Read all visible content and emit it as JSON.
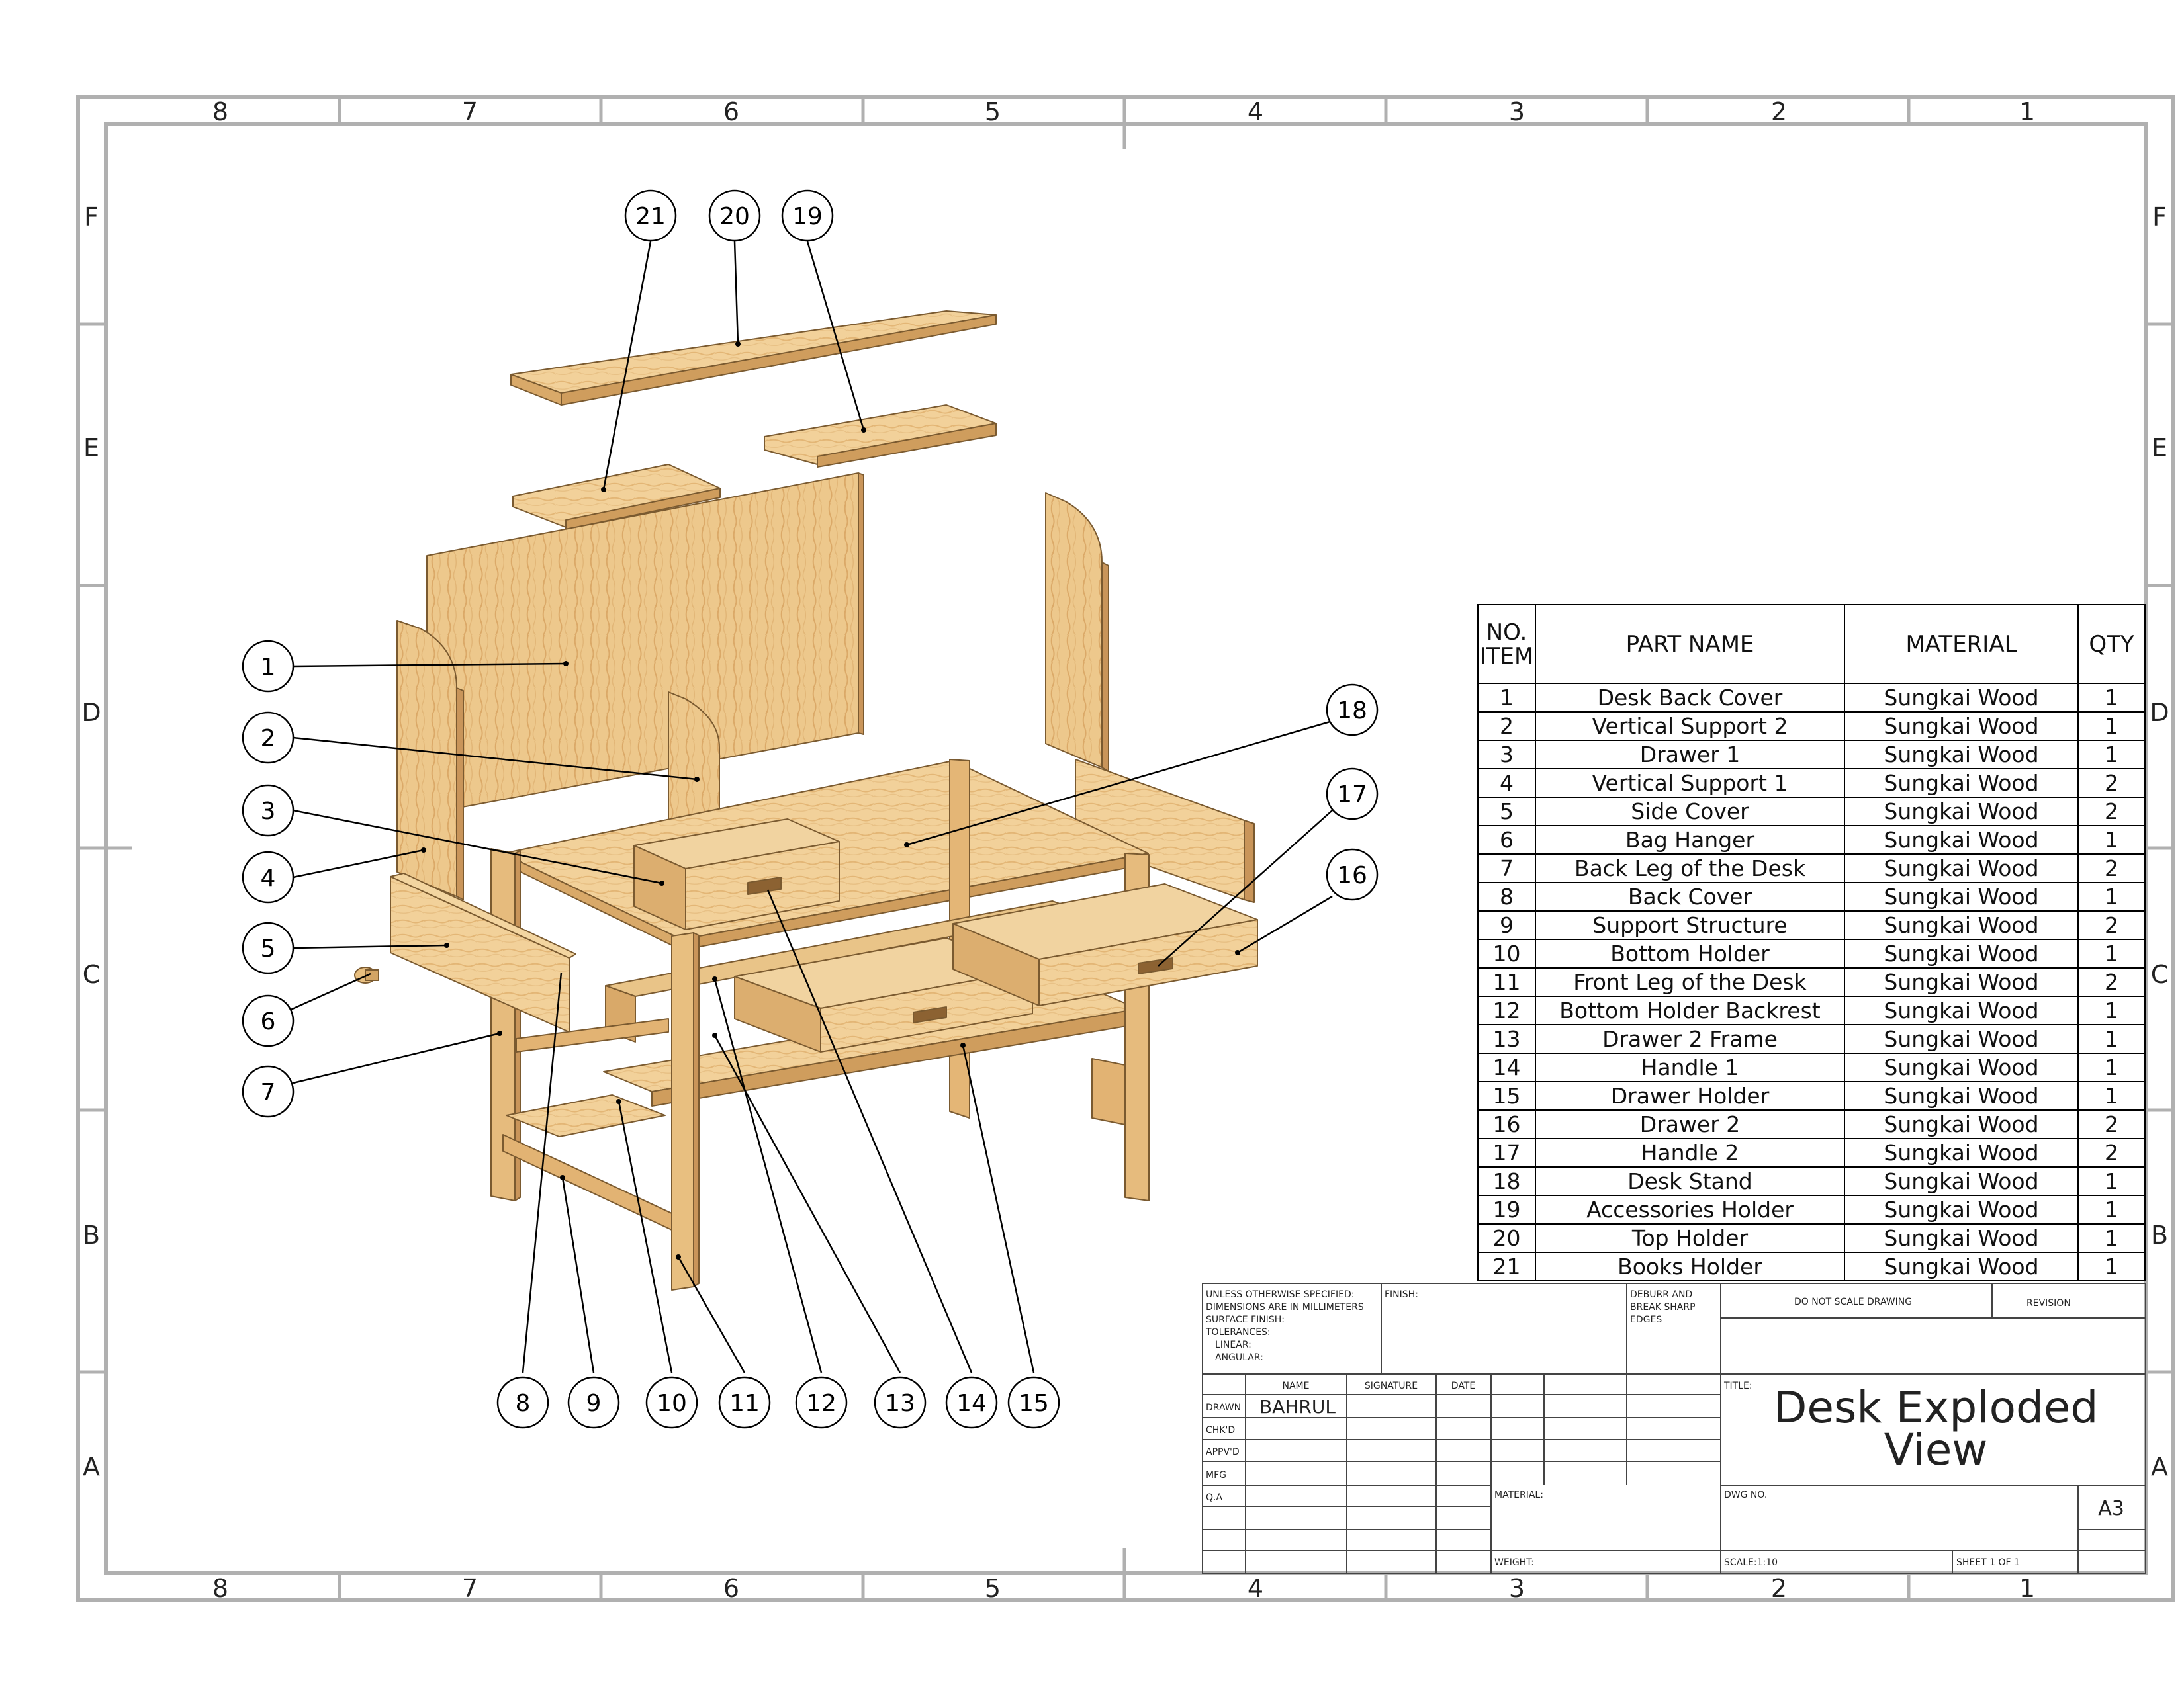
{
  "drawing": {
    "zone_columns": [
      "8",
      "7",
      "6",
      "5",
      "4",
      "3",
      "2",
      "1"
    ],
    "zone_rows": [
      "F",
      "E",
      "D",
      "C",
      "B",
      "A"
    ]
  },
  "balloons": [
    "1",
    "2",
    "3",
    "4",
    "5",
    "6",
    "7",
    "8",
    "9",
    "10",
    "11",
    "12",
    "13",
    "14",
    "15",
    "16",
    "17",
    "18",
    "19",
    "20",
    "21"
  ],
  "bom": {
    "headers": {
      "item_line1": "NO.",
      "item_line2": "ITEM",
      "part_name": "PART NAME",
      "material": "MATERIAL",
      "qty": "QTY"
    },
    "rows": [
      {
        "no": "1",
        "name": "Desk Back Cover",
        "material": "Sungkai Wood",
        "qty": "1"
      },
      {
        "no": "2",
        "name": "Vertical Support 2",
        "material": "Sungkai Wood",
        "qty": "1"
      },
      {
        "no": "3",
        "name": "Drawer 1",
        "material": "Sungkai Wood",
        "qty": "1"
      },
      {
        "no": "4",
        "name": "Vertical Support 1",
        "material": "Sungkai Wood",
        "qty": "2"
      },
      {
        "no": "5",
        "name": "Side Cover",
        "material": "Sungkai Wood",
        "qty": "2"
      },
      {
        "no": "6",
        "name": "Bag Hanger",
        "material": "Sungkai Wood",
        "qty": "1"
      },
      {
        "no": "7",
        "name": "Back Leg of the Desk",
        "material": "Sungkai Wood",
        "qty": "2"
      },
      {
        "no": "8",
        "name": "Back Cover",
        "material": "Sungkai Wood",
        "qty": "1"
      },
      {
        "no": "9",
        "name": "Support Structure",
        "material": "Sungkai Wood",
        "qty": "2"
      },
      {
        "no": "10",
        "name": "Bottom Holder",
        "material": "Sungkai Wood",
        "qty": "1"
      },
      {
        "no": "11",
        "name": "Front Leg of the Desk",
        "material": "Sungkai Wood",
        "qty": "2"
      },
      {
        "no": "12",
        "name": "Bottom Holder Backrest",
        "material": "Sungkai Wood",
        "qty": "1"
      },
      {
        "no": "13",
        "name": "Drawer 2 Frame",
        "material": "Sungkai Wood",
        "qty": "1"
      },
      {
        "no": "14",
        "name": "Handle 1",
        "material": "Sungkai Wood",
        "qty": "1"
      },
      {
        "no": "15",
        "name": "Drawer Holder",
        "material": "Sungkai Wood",
        "qty": "1"
      },
      {
        "no": "16",
        "name": "Drawer 2",
        "material": "Sungkai Wood",
        "qty": "2"
      },
      {
        "no": "17",
        "name": "Handle 2",
        "material": "Sungkai Wood",
        "qty": "2"
      },
      {
        "no": "18",
        "name": "Desk Stand",
        "material": "Sungkai Wood",
        "qty": "1"
      },
      {
        "no": "19",
        "name": "Accessories Holder",
        "material": "Sungkai Wood",
        "qty": "1"
      },
      {
        "no": "20",
        "name": "Top Holder",
        "material": "Sungkai Wood",
        "qty": "1"
      },
      {
        "no": "21",
        "name": "Books Holder",
        "material": "Sungkai Wood",
        "qty": "1"
      }
    ]
  },
  "title_block": {
    "notes": [
      "UNLESS OTHERWISE SPECIFIED:",
      "DIMENSIONS ARE IN MILLIMETERS",
      "SURFACE FINISH:",
      "TOLERANCES:",
      "LINEAR:",
      "ANGULAR:"
    ],
    "finish_label": "FINISH:",
    "deburr": [
      "DEBURR AND",
      "BREAK SHARP",
      "EDGES"
    ],
    "do_not_scale": "DO NOT SCALE DRAWING",
    "revision_label": "REVISION",
    "col_name": "NAME",
    "col_signature": "SIGNATURE",
    "col_date": "DATE",
    "rows": [
      "DRAWN",
      "CHK'D",
      "APPV'D",
      "MFG",
      "Q.A"
    ],
    "drawn_by": "BAHRUL",
    "title_label": "TITLE:",
    "title_line1": "Desk Exploded",
    "title_line2": "View",
    "material_label": "MATERIAL:",
    "dwg_no_label": "DWG NO.",
    "size": "A3",
    "weight_label": "WEIGHT:",
    "scale": "SCALE:1:10",
    "sheet": "SHEET 1 OF 1"
  },
  "colors": {
    "wood_light": "#f4d6a4",
    "wood_mid": "#e8bf80",
    "wood_dark": "#d2a465",
    "wood_edge": "#b8864a",
    "frame_grey": "#b4b4b4"
  }
}
